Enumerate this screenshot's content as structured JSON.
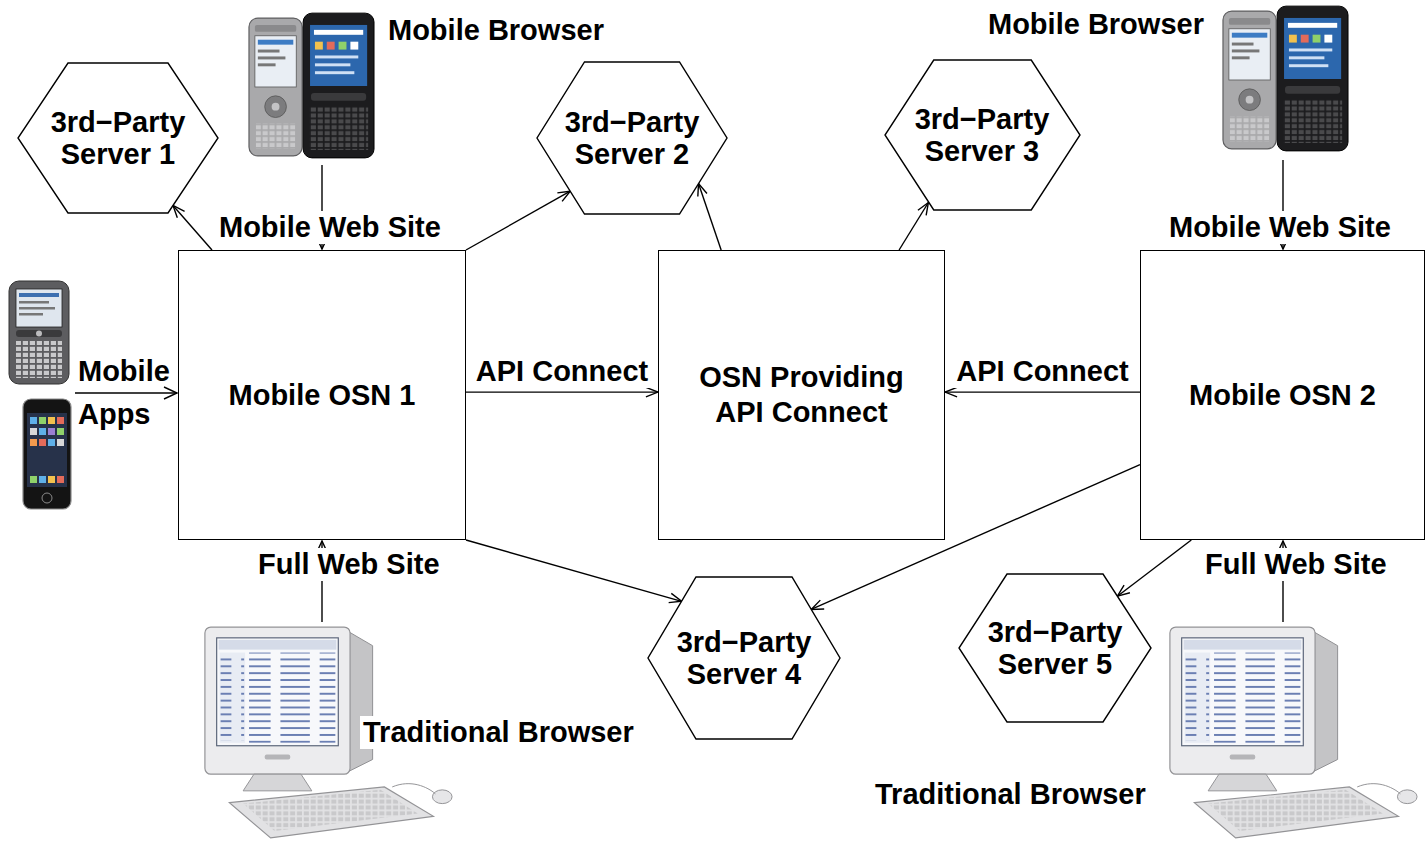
{
  "diagram": {
    "nodes": [
      {
        "text": [
          "3rd−Party Server 1"
        ]
      },
      {
        "text": [
          "3rd−Party Server 2"
        ]
      },
      {
        "text": [
          "3rd−Party Server 3"
        ]
      },
      {
        "text": [
          "Mobile OSN 1"
        ]
      },
      {
        "text": [
          "OSN Providing API Connect"
        ]
      },
      {
        "text": [
          "Mobile OSN 2"
        ]
      },
      {
        "text": [
          "3rd−Party Server 4"
        ]
      },
      {
        "text": [
          "3rd−Party Server 5"
        ]
      }
    ],
    "edges": [
      {
        "from": 3,
        "to": 0,
        "arrow": "to"
      },
      {
        "from": 3,
        "to": 1,
        "arrow": "to"
      },
      {
        "from": 3,
        "to": 4,
        "label": "API Connect",
        "arrow": "to"
      },
      {
        "from": 3,
        "to": 6,
        "arrow": "to"
      },
      {
        "from": 4,
        "to": 1,
        "arrow": "to"
      },
      {
        "from": 4,
        "to": 2,
        "arrow": "to"
      },
      {
        "from": 5,
        "to": 4,
        "label": "API Connect",
        "arrow": "to"
      },
      {
        "from": 5,
        "to": 6,
        "arrow": "to"
      },
      {
        "from": 5,
        "to": 7,
        "arrow": "to"
      }
    ],
    "labels": [
      "Mobile Browser",
      "Mobile Web Site",
      "Mobile Apps",
      "Full Web Site",
      "Traditional Browser",
      "Mobile Browser",
      "Mobile Web Site",
      "Full Web Site",
      "Traditional Browser"
    ]
  }
}
